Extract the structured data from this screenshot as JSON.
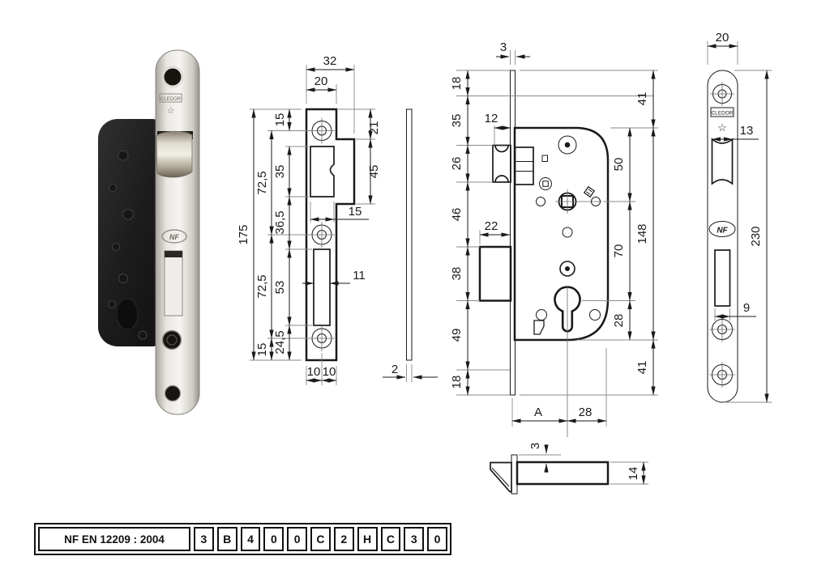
{
  "photo": {
    "brand_stamp": "CLEDOR",
    "star_icon": "☆",
    "nf_stamp": "NF"
  },
  "strike_drawing": {
    "dims": {
      "overall_width": "32",
      "plate_width": "20",
      "top_hole_offset": "15",
      "lug_offset": "21",
      "latch_opening_height": "35",
      "upper_span": "72,5",
      "lug_height": "45",
      "mid_gap": "36,5",
      "latch_opening_width": "15",
      "bolt_opening_height": "53",
      "bolt_opening_width": "11",
      "lower_span": "72,5",
      "bolt_bottom_gap": "24,5",
      "bottom_hole_offset": "15",
      "overall_height": "175",
      "hole_left": "10",
      "hole_right": "10"
    }
  },
  "side_drawing": {
    "dims": {
      "thickness": "2"
    }
  },
  "case_drawing": {
    "dims": {
      "plate_thickness": "3",
      "seg1": "18",
      "seg2": "35",
      "seg3": "26",
      "seg4": "46",
      "seg5": "38",
      "seg6": "49",
      "seg7": "18",
      "latch_depth": "12",
      "bolt_depth": "22",
      "top_offset": "41",
      "follower_offset": "50",
      "case_height": "148",
      "axis_span": "70",
      "cyl_bottom": "28",
      "bottom_offset": "41",
      "backset": "A",
      "cyl_to_edge": "28"
    }
  },
  "faceplate_drawing": {
    "brand": "CLEDOR",
    "star_icon": "☆",
    "nf": "NF",
    "dims": {
      "width": "20",
      "latch_width": "13",
      "height": "230",
      "bolt_width": "9"
    }
  },
  "latch_detail": {
    "dims": {
      "deflector": "3",
      "height": "14"
    }
  },
  "standard_table": {
    "label": "NF EN 12209 : 2004",
    "codes": [
      "3",
      "B",
      "4",
      "0",
      "0",
      "C",
      "2",
      "H",
      "C",
      "3",
      "0"
    ]
  }
}
